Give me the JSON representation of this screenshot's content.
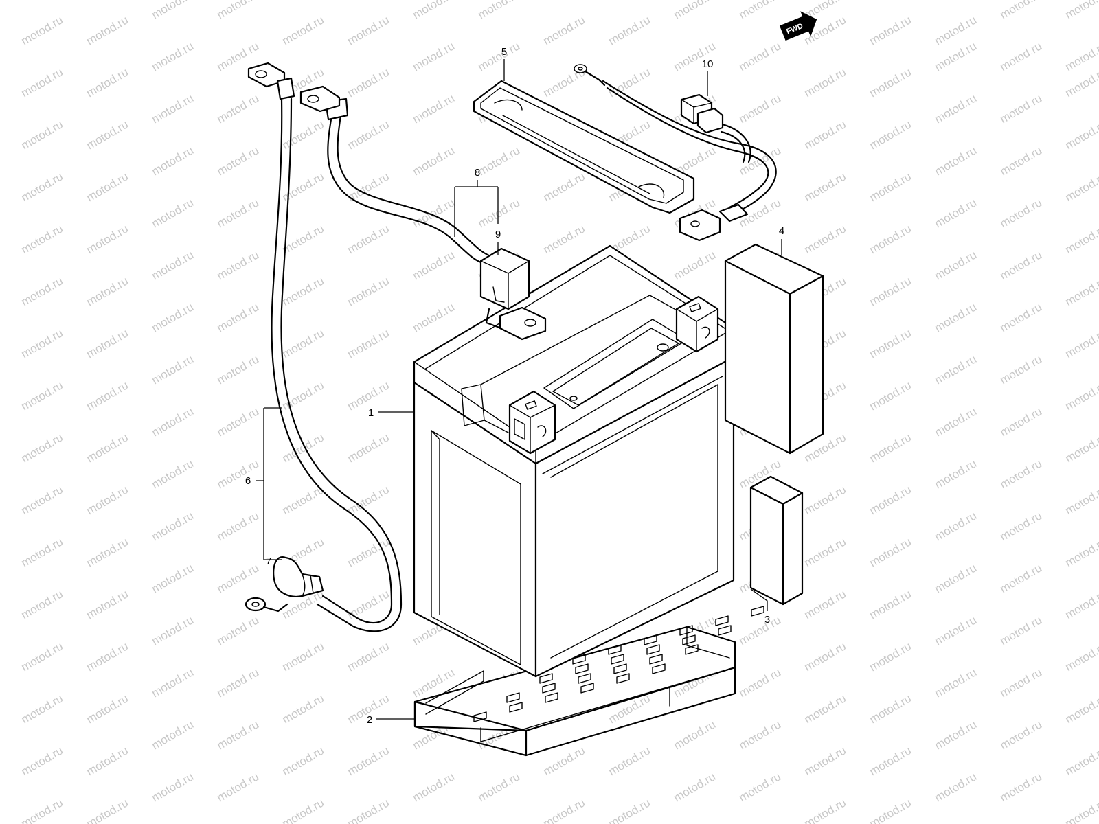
{
  "watermark": {
    "text": "motod.ru",
    "color": "#c8c8c8"
  },
  "direction_marker": {
    "label": "FWD",
    "icon": "fwd-arrow-icon"
  },
  "callouts": [
    {
      "id": "1",
      "label": "1"
    },
    {
      "id": "2",
      "label": "2"
    },
    {
      "id": "3",
      "label": "3"
    },
    {
      "id": "4",
      "label": "4"
    },
    {
      "id": "5",
      "label": "5"
    },
    {
      "id": "6",
      "label": "6"
    },
    {
      "id": "7",
      "label": "7"
    },
    {
      "id": "8",
      "label": "8"
    },
    {
      "id": "9",
      "label": "9"
    },
    {
      "id": "10",
      "label": "10"
    }
  ],
  "colors": {
    "line": "#000000",
    "background": "#ffffff"
  }
}
